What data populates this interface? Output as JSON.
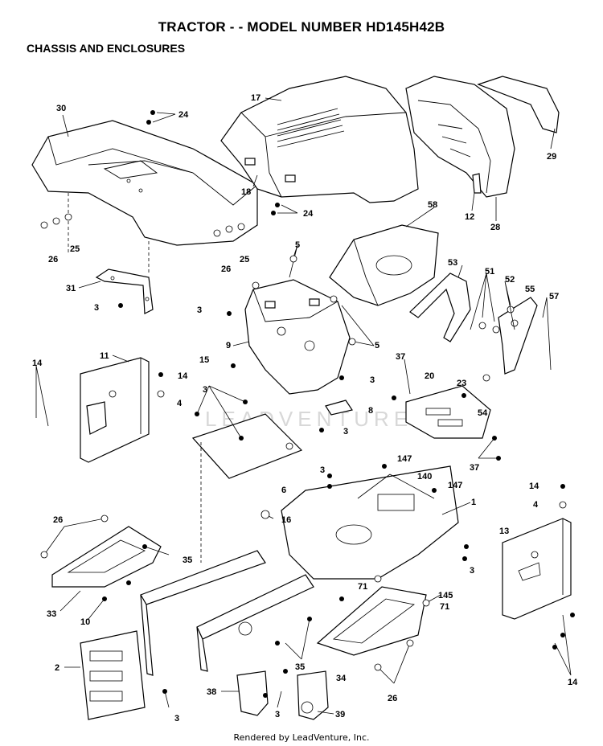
{
  "header": {
    "title": "TRACTOR - - MODEL NUMBER HD145H42B",
    "subtitle": "CHASSIS AND ENCLOSURES"
  },
  "watermark": "LEADVENTURE",
  "footer": "Rendered by LeadVenture, Inc.",
  "callouts": [
    "30",
    "24",
    "17",
    "29",
    "18",
    "24",
    "12",
    "28",
    "26",
    "25",
    "26",
    "25",
    "58",
    "5",
    "31",
    "3",
    "3",
    "53",
    "51",
    "52",
    "55",
    "57",
    "9",
    "5",
    "11",
    "14",
    "15",
    "14",
    "4",
    "3",
    "3",
    "37",
    "20",
    "23",
    "54",
    "8",
    "3",
    "6",
    "37",
    "147",
    "140",
    "147",
    "14",
    "4",
    "3",
    "1",
    "16",
    "26",
    "35",
    "13",
    "3",
    "71",
    "71",
    "145",
    "33",
    "10",
    "2",
    "35",
    "34",
    "26",
    "14",
    "38",
    "3",
    "39",
    "3"
  ]
}
